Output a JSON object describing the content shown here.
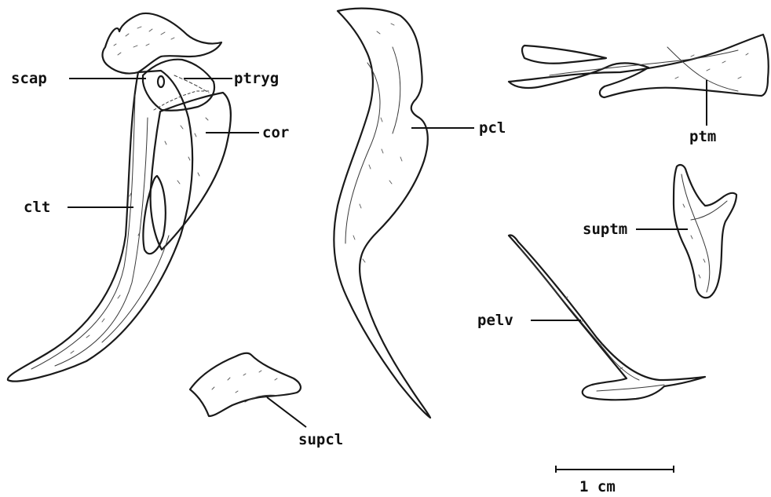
{
  "labels": {
    "scap": "scap",
    "ptryg": "ptryg",
    "cor": "cor",
    "clt": "clt",
    "pcl": "pcl",
    "ptm": "ptm",
    "suptm": "suptm",
    "pelv": "pelv",
    "supcl": "supcl"
  },
  "scale_bar": {
    "label": "1 cm"
  },
  "colors": {
    "ink": "#111111",
    "paper": "#ffffff"
  }
}
